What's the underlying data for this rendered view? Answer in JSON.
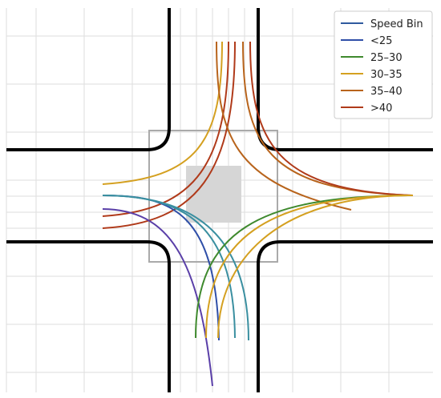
{
  "legend": {
    "title": "Speed Bin",
    "entries": [
      {
        "label": "<25",
        "color": "#2f4fa8"
      },
      {
        "label": "25–30",
        "color": "#3f8a2e"
      },
      {
        "label": "30–35",
        "color": "#d4a020"
      },
      {
        "label": "35–40",
        "color": "#b8641c"
      },
      {
        "label": ">40",
        "color": "#b03a1a"
      }
    ],
    "placement": "top-right",
    "title_color": "#2f5a9e"
  },
  "scene": {
    "type": "four-way intersection with vehicle trajectories",
    "grid": true,
    "conflict_zone": "shaded square at intersection centre",
    "extra_trajectory_colors": [
      "#3a8fa0",
      "#5a3fa8"
    ]
  }
}
